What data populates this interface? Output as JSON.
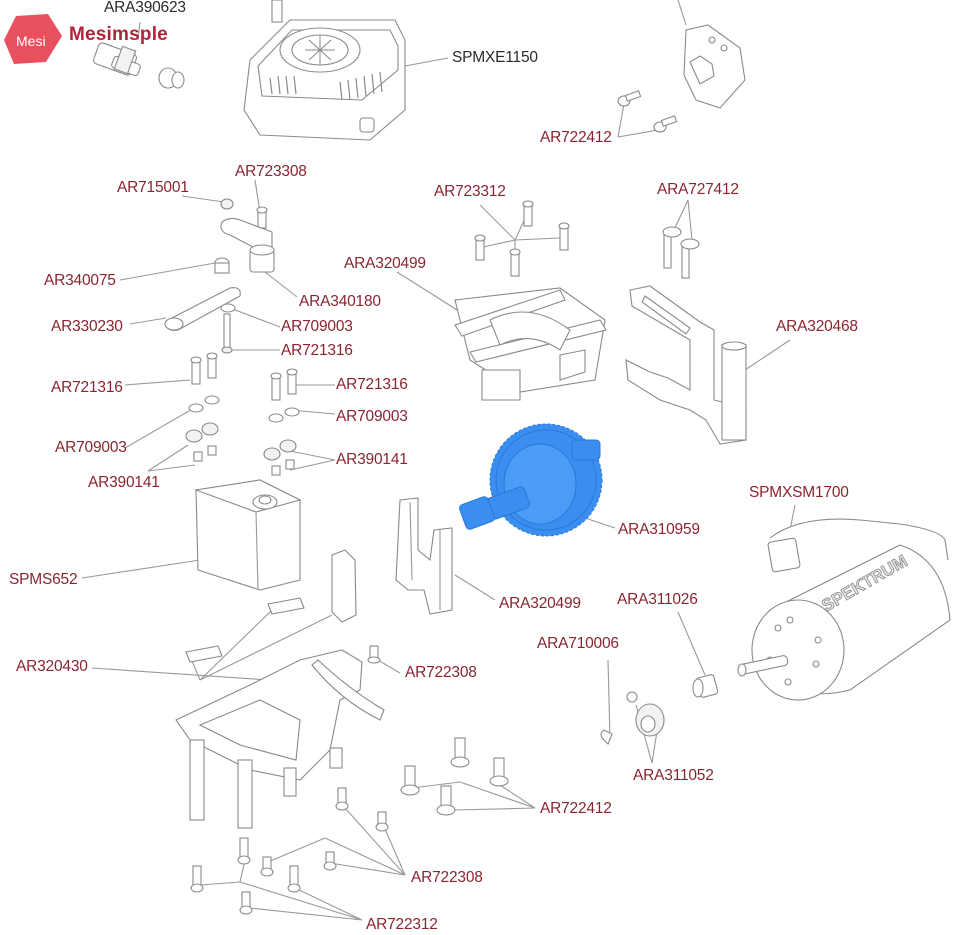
{
  "title": "Exploded parts diagram – servo, ESC, motor mount and spur gear assembly",
  "watermark": {
    "badge_text": "Mesi",
    "brand_text": "Mesimsple",
    "badge_color": "#e8505e",
    "text_color": "#b0243a"
  },
  "highlight": {
    "part": "ARA310959",
    "color": "#3a8ef0"
  },
  "label_color": "#8b2430",
  "callouts": [
    {
      "id": "ARA390623",
      "name": "power-connector",
      "text": "ARA390623",
      "style": "dark"
    },
    {
      "id": "SPMXE1150",
      "name": "esc",
      "text": "SPMXE1150",
      "style": "dark"
    },
    {
      "id": "AR722412_top",
      "name": "esc-mount-screws",
      "text": "AR722412"
    },
    {
      "id": "AR715001",
      "name": "lock-nut",
      "text": "AR715001"
    },
    {
      "id": "AR723308",
      "name": "servo-saver-screw",
      "text": "AR723308"
    },
    {
      "id": "AR340075",
      "name": "bushing",
      "text": "AR340075"
    },
    {
      "id": "ARA340180",
      "name": "servo-arm",
      "text": "ARA340180"
    },
    {
      "id": "AR330230",
      "name": "steering-link",
      "text": "AR330230"
    },
    {
      "id": "AR709003_a",
      "name": "washer",
      "text": "AR709003"
    },
    {
      "id": "AR721316_a",
      "name": "pivot-screw",
      "text": "AR721316"
    },
    {
      "id": "AR721316_b",
      "name": "servo-screws-left",
      "text": "AR721316"
    },
    {
      "id": "AR721316_c",
      "name": "servo-screws-right",
      "text": "AR721316"
    },
    {
      "id": "AR709003_b",
      "name": "washers-left",
      "text": "AR709003"
    },
    {
      "id": "AR709003_c",
      "name": "washers-right",
      "text": "AR709003"
    },
    {
      "id": "AR390141_a",
      "name": "grommets-left",
      "text": "AR390141"
    },
    {
      "id": "AR390141_b",
      "name": "grommets-right",
      "text": "AR390141"
    },
    {
      "id": "AR723312",
      "name": "gearbox-screws",
      "text": "AR723312"
    },
    {
      "id": "ARA320499_top",
      "name": "gearbox-housing",
      "text": "ARA320499"
    },
    {
      "id": "ARA727412",
      "name": "motor-mount-screws",
      "text": "ARA727412"
    },
    {
      "id": "ARA320468",
      "name": "motor-mount",
      "text": "ARA320468"
    },
    {
      "id": "ARA310959",
      "name": "spur-gear-differential",
      "text": "ARA310959"
    },
    {
      "id": "SPMXSM1700",
      "name": "brushless-motor",
      "text": "SPMXSM1700"
    },
    {
      "id": "SPMS652",
      "name": "servo",
      "text": "SPMS652"
    },
    {
      "id": "ARA320499_mid",
      "name": "gear-support",
      "text": "ARA320499"
    },
    {
      "id": "ARA311026",
      "name": "motor-spacer",
      "text": "ARA311026"
    },
    {
      "id": "ARA710006",
      "name": "e-clip",
      "text": "ARA710006"
    },
    {
      "id": "AR320430",
      "name": "chassis-plate",
      "text": "AR320430"
    },
    {
      "id": "AR722308_a",
      "name": "plate-screw",
      "text": "AR722308"
    },
    {
      "id": "ARA311052",
      "name": "pinion-gear",
      "text": "ARA311052"
    },
    {
      "id": "AR722412_bot",
      "name": "chassis-screws",
      "text": "AR722412"
    },
    {
      "id": "AR722308_b",
      "name": "bottom-screws",
      "text": "AR722308"
    },
    {
      "id": "AR722312_bot",
      "name": "bottom-screws-long",
      "text": "AR722312"
    }
  ],
  "motor_brand_text": "SPEKTRUM"
}
